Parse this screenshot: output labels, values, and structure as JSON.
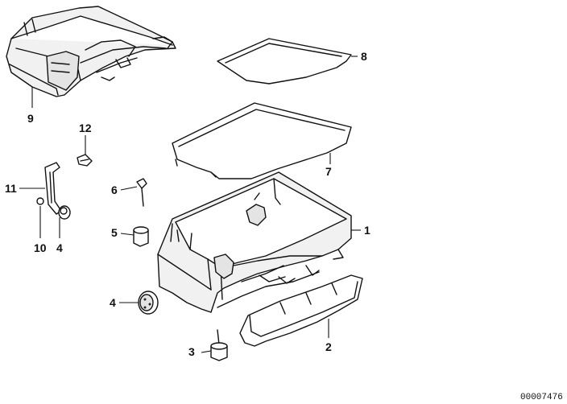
{
  "callouts": {
    "c1": "1",
    "c2": "2",
    "c3": "3",
    "c4a": "4",
    "c4b": "4",
    "c5": "5",
    "c6": "6",
    "c7": "7",
    "c8": "8",
    "c9": "9",
    "c10": "10",
    "c11": "11",
    "c12": "12"
  },
  "drawing_number": "00007476"
}
